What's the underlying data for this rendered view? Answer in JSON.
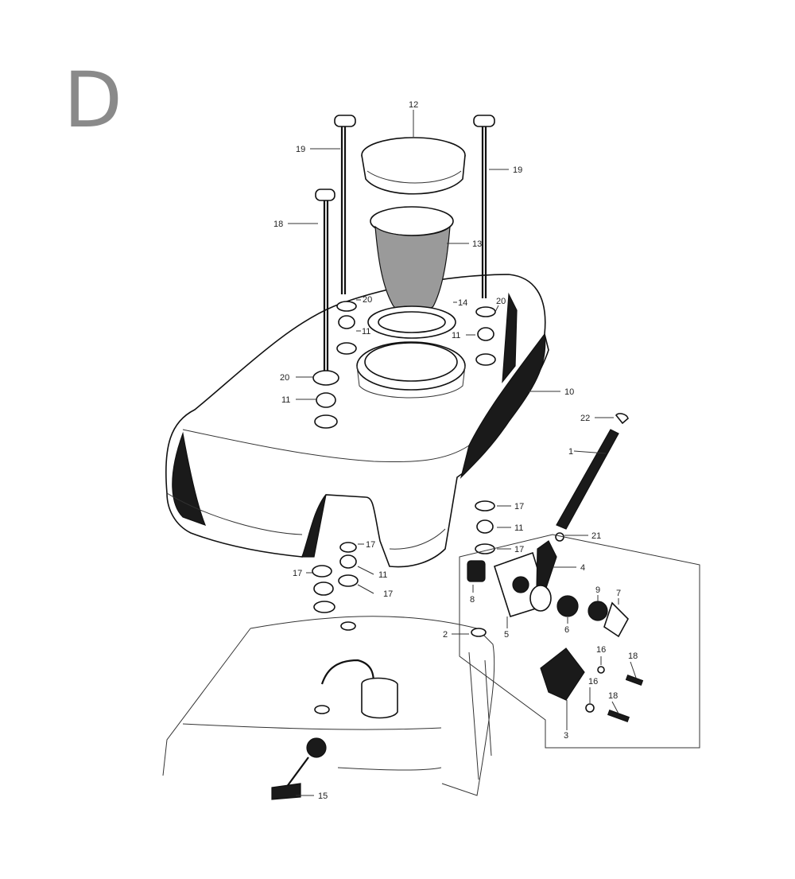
{
  "section_letter": "D",
  "callouts": [
    {
      "id": "c1",
      "text": "1"
    },
    {
      "id": "c2",
      "text": "2"
    },
    {
      "id": "c3",
      "text": "3"
    },
    {
      "id": "c4",
      "text": "4"
    },
    {
      "id": "c5",
      "text": "5"
    },
    {
      "id": "c6",
      "text": "6"
    },
    {
      "id": "c7",
      "text": "7"
    },
    {
      "id": "c8",
      "text": "8"
    },
    {
      "id": "c9",
      "text": "9"
    },
    {
      "id": "c10",
      "text": "10"
    },
    {
      "id": "c11a",
      "text": "11"
    },
    {
      "id": "c11b",
      "text": "11"
    },
    {
      "id": "c11c",
      "text": "11"
    },
    {
      "id": "c11d",
      "text": "11"
    },
    {
      "id": "c11e",
      "text": "11"
    },
    {
      "id": "c12",
      "text": "12"
    },
    {
      "id": "c13",
      "text": "13"
    },
    {
      "id": "c14",
      "text": "14"
    },
    {
      "id": "c15",
      "text": "15"
    },
    {
      "id": "c16a",
      "text": "16"
    },
    {
      "id": "c16b",
      "text": "16"
    },
    {
      "id": "c17a",
      "text": "17"
    },
    {
      "id": "c17b",
      "text": "17"
    },
    {
      "id": "c17c",
      "text": "17"
    },
    {
      "id": "c17d",
      "text": "17"
    },
    {
      "id": "c17e",
      "text": "17"
    },
    {
      "id": "c18a",
      "text": "18"
    },
    {
      "id": "c18b",
      "text": "18"
    },
    {
      "id": "c18c",
      "text": "18"
    },
    {
      "id": "c19a",
      "text": "19"
    },
    {
      "id": "c19b",
      "text": "19"
    },
    {
      "id": "c20a",
      "text": "20"
    },
    {
      "id": "c20b",
      "text": "20"
    },
    {
      "id": "c20c",
      "text": "20"
    },
    {
      "id": "c21",
      "text": "21"
    },
    {
      "id": "c22",
      "text": "22"
    }
  ]
}
